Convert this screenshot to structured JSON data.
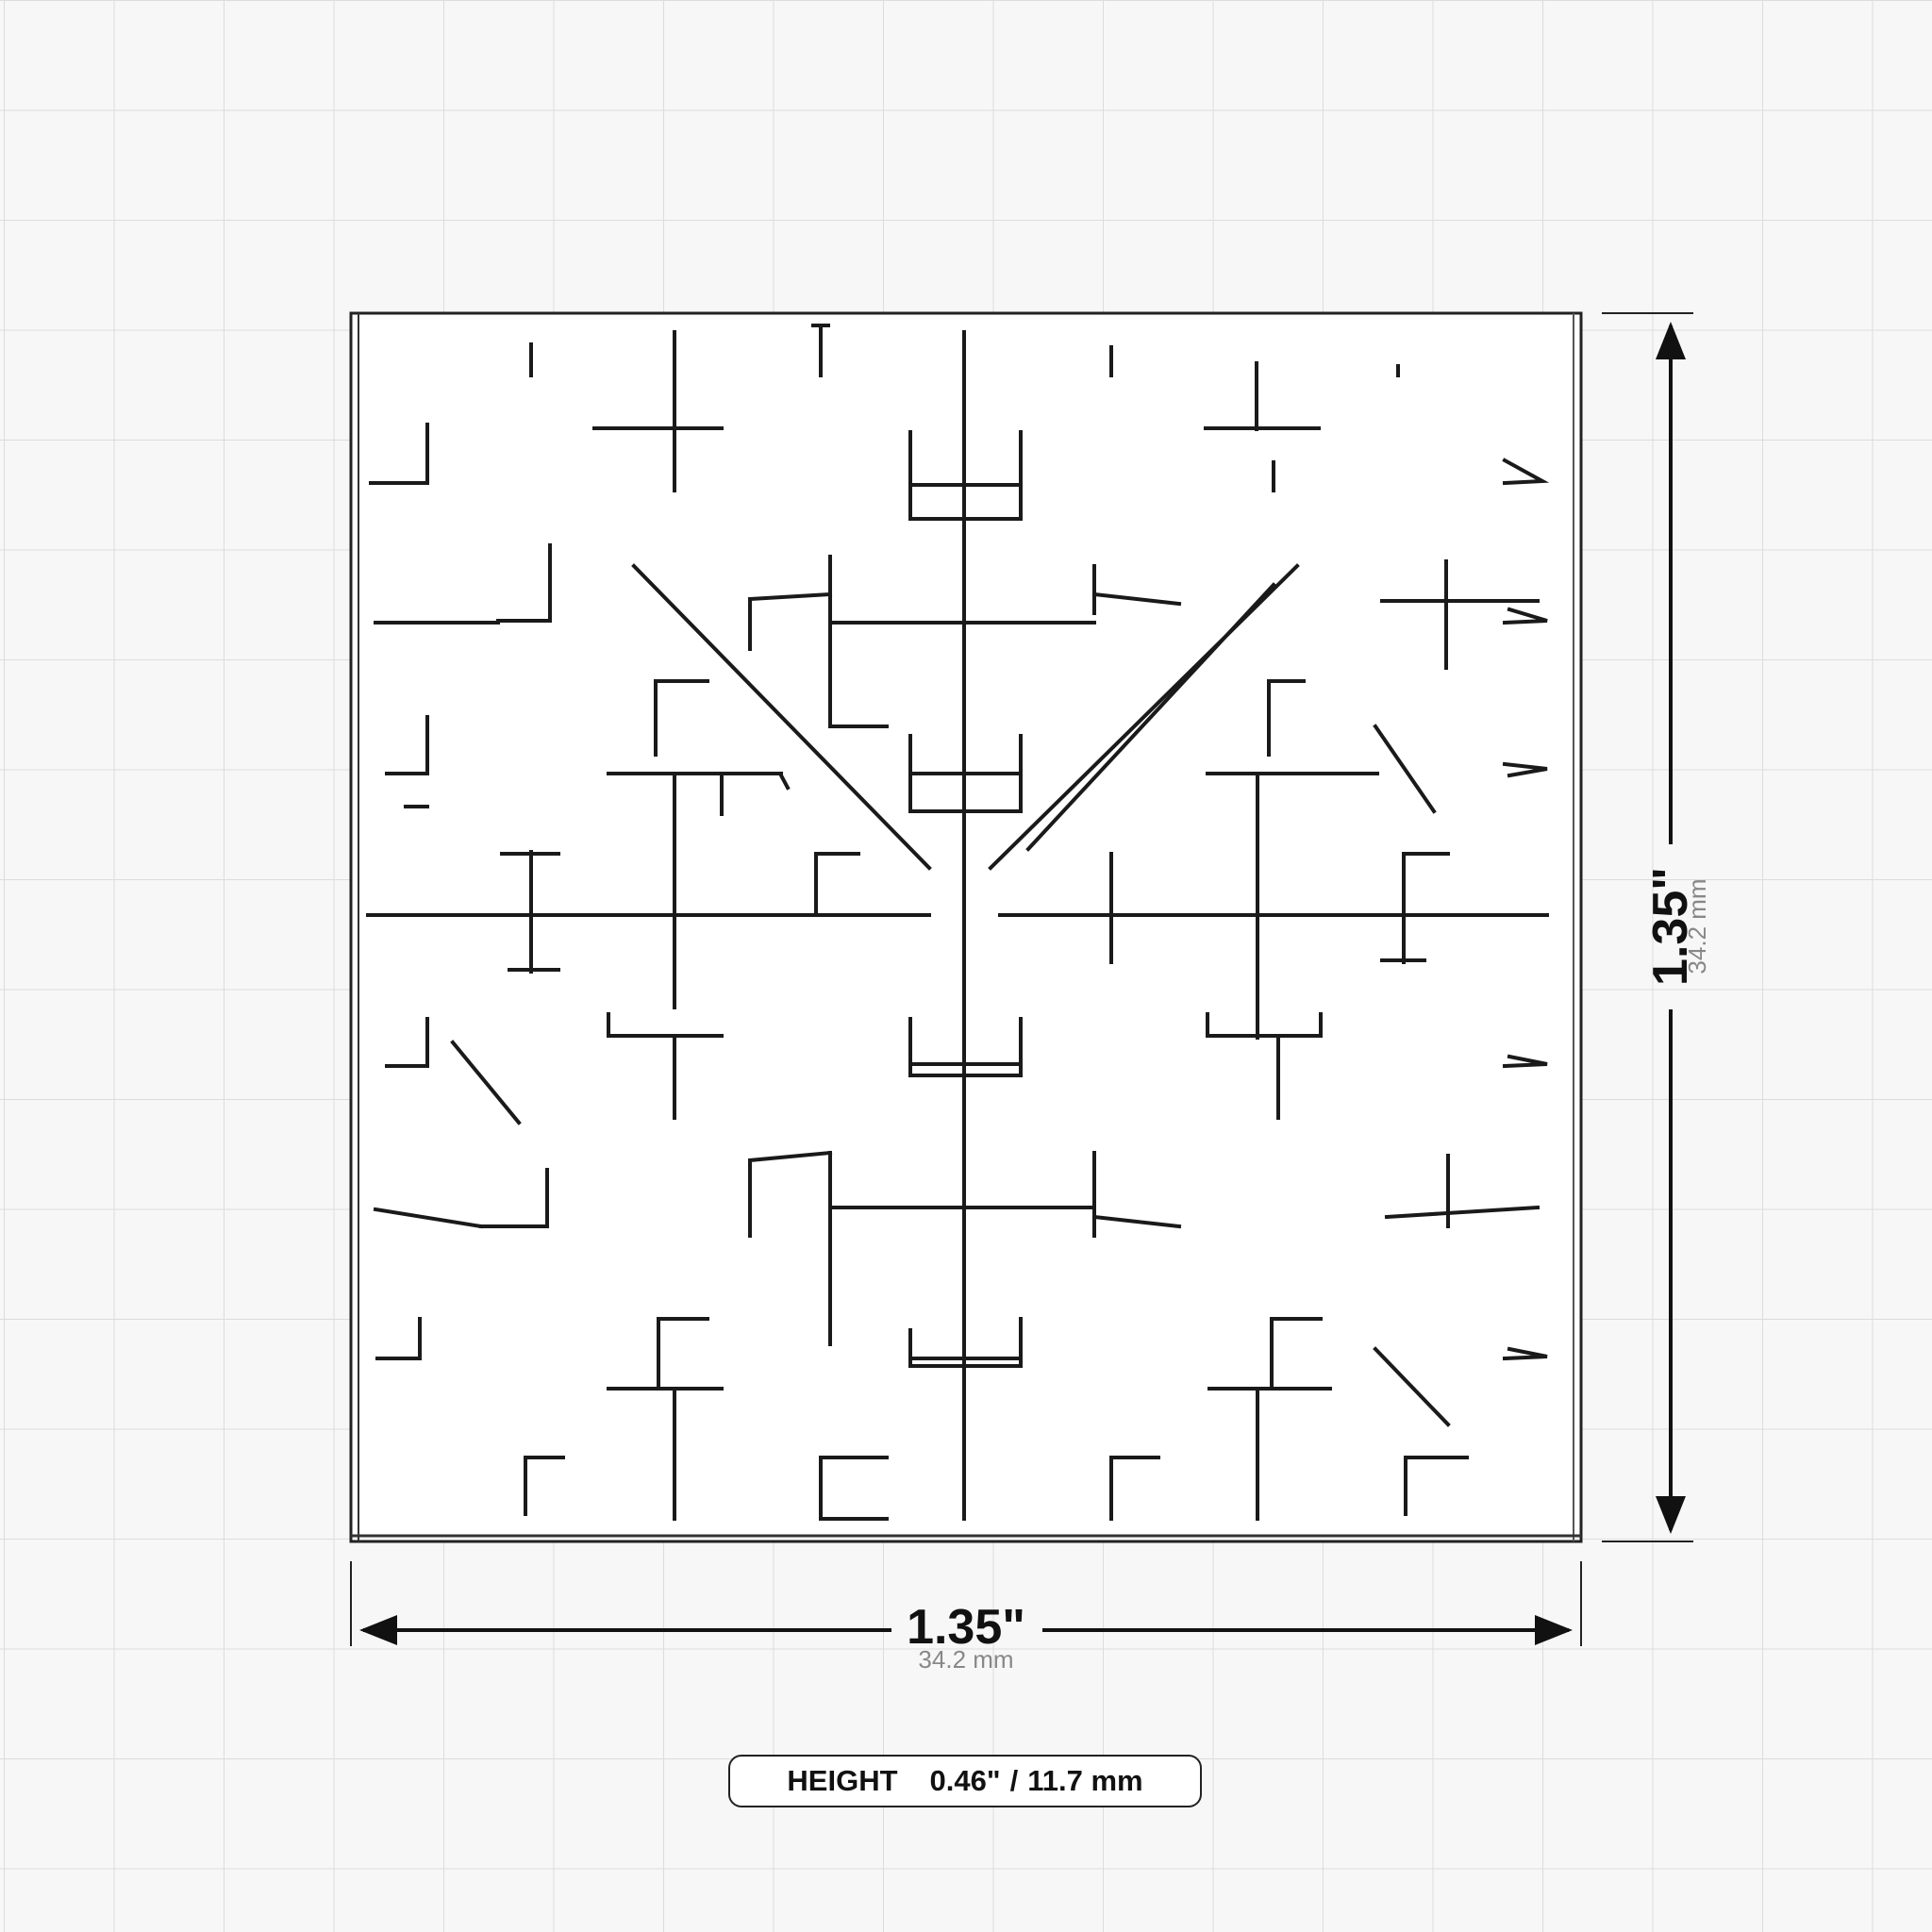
{
  "dimensions": {
    "width": {
      "inches": "1.35\"",
      "mm": "34.2 mm"
    },
    "depth": {
      "inches": "1.35\"",
      "mm": "34.2 mm"
    }
  },
  "height_badge": {
    "label": "HEIGHT",
    "inches": "0.46\"",
    "separator": "/",
    "mm": "11.7 mm"
  },
  "colors": {
    "background": "#f7f7f7",
    "grid": "#dcdcdc",
    "ink": "#111111",
    "subtext": "#888888"
  }
}
